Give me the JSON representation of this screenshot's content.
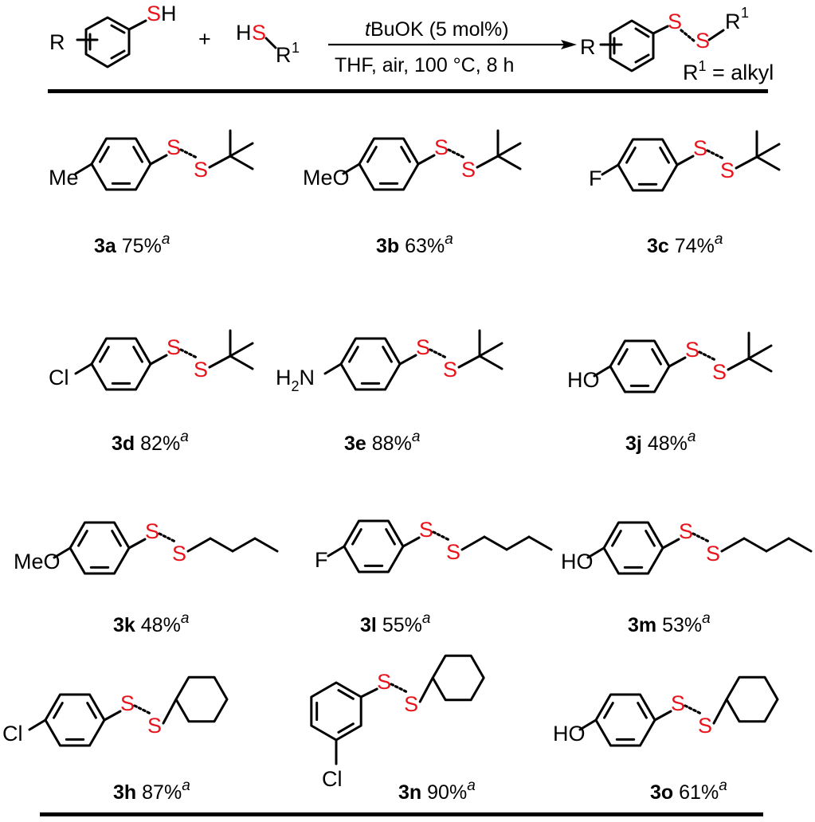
{
  "reaction": {
    "reactant1_r": "R",
    "reactant1_s": "S",
    "reactant1_h": "H",
    "plus": "+",
    "reactant2_h": "H",
    "reactant2_s": "S",
    "reactant2_r": "R",
    "reactant2_sup": "1",
    "catalyst_italic": "t",
    "catalyst_rest": "BuOK (5 mol%)",
    "conditions": "THF, air, 100 °C, 8 h",
    "product_r": "R",
    "product_s1": "S",
    "product_s2": "S",
    "product_r1": "R",
    "product_r1_sup": "1",
    "r1_def_r": "R",
    "r1_def_sup": "1",
    "r1_def_rest": " = alkyl"
  },
  "compounds": [
    {
      "id": "3a",
      "yield": "75%",
      "note": "a",
      "substituent": "Me",
      "alkyl": "tert-butyl"
    },
    {
      "id": "3b",
      "yield": "63%",
      "note": "a",
      "substituent": "MeO",
      "alkyl": "tert-butyl"
    },
    {
      "id": "3c",
      "yield": "74%",
      "note": "a",
      "substituent": "F",
      "alkyl": "tert-butyl"
    },
    {
      "id": "3d",
      "yield": "82%",
      "note": "a",
      "substituent": "Cl",
      "alkyl": "tert-butyl"
    },
    {
      "id": "3e",
      "yield": "88%",
      "note": "a",
      "substituent": "H2N",
      "alkyl": "tert-butyl"
    },
    {
      "id": "3j",
      "yield": "48%",
      "note": "a",
      "substituent": "HO",
      "alkyl": "tert-butyl"
    },
    {
      "id": "3k",
      "yield": "48%",
      "note": "a",
      "substituent": "MeO",
      "alkyl": "n-butyl"
    },
    {
      "id": "3l",
      "yield": "55%",
      "note": "a",
      "substituent": "F",
      "alkyl": "n-butyl"
    },
    {
      "id": "3m",
      "yield": "53%",
      "note": "a",
      "substituent": "HO",
      "alkyl": "n-butyl"
    },
    {
      "id": "3h",
      "yield": "87%",
      "note": "a",
      "substituent": "Cl",
      "alkyl": "cyclohexyl"
    },
    {
      "id": "3n",
      "yield": "90%",
      "note": "a",
      "substituent": "Cl",
      "alkyl": "cyclohexyl"
    },
    {
      "id": "3o",
      "yield": "61%",
      "note": "a",
      "substituent": "HO",
      "alkyl": "cyclohexyl"
    }
  ],
  "atom_labels": {
    "sulfur": "S",
    "h2n_h": "H",
    "h2n_sub": "2",
    "h2n_n": "N"
  },
  "colors": {
    "sulfur": "#e8141b",
    "bonds": "#000000"
  }
}
